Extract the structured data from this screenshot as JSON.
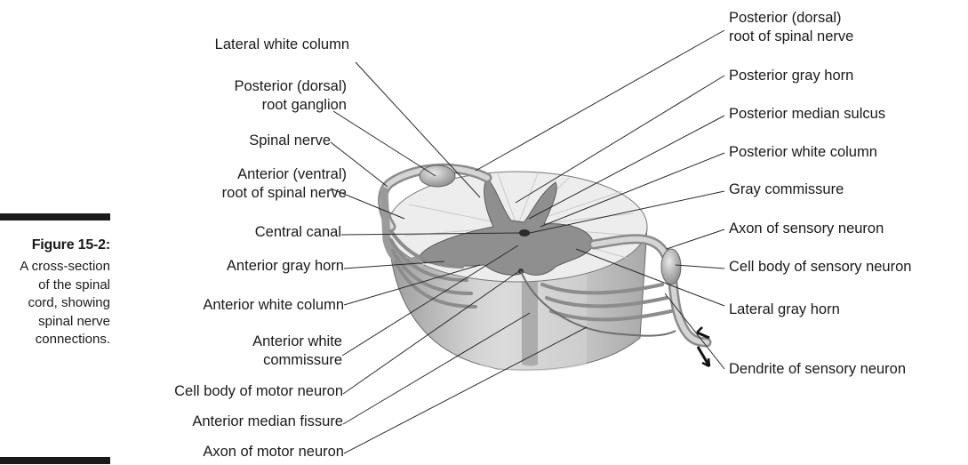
{
  "caption": {
    "label": "Figure 15-2:",
    "text": "A cross-section of the spinal cord, showing spinal nerve connections."
  },
  "left_labels": [
    {
      "key": "lateral_white_column",
      "lines": [
        "Lateral white column"
      ]
    },
    {
      "key": "dorsal_root_ganglion",
      "lines": [
        "Posterior (dorsal)",
        "root ganglion"
      ]
    },
    {
      "key": "spinal_nerve",
      "lines": [
        "Spinal nerve"
      ]
    },
    {
      "key": "ventral_root",
      "lines": [
        "Anterior (ventral)",
        "root of spinal nerve"
      ]
    },
    {
      "key": "central_canal",
      "lines": [
        "Central canal"
      ]
    },
    {
      "key": "anterior_gray_horn",
      "lines": [
        "Anterior gray horn"
      ]
    },
    {
      "key": "anterior_white_column",
      "lines": [
        "Anterior white column"
      ]
    },
    {
      "key": "anterior_white_commissure",
      "lines": [
        "Anterior white",
        "commissure"
      ]
    },
    {
      "key": "motor_cell_body",
      "lines": [
        "Cell body of motor neuron"
      ]
    },
    {
      "key": "anterior_median_fissure",
      "lines": [
        "Anterior median fissure"
      ]
    },
    {
      "key": "motor_axon",
      "lines": [
        "Axon of motor neuron"
      ]
    }
  ],
  "right_labels": [
    {
      "key": "dorsal_root",
      "lines": [
        "Posterior (dorsal)",
        "root of spinal nerve"
      ]
    },
    {
      "key": "posterior_gray_horn",
      "lines": [
        "Posterior gray horn"
      ]
    },
    {
      "key": "posterior_median_sulcus",
      "lines": [
        "Posterior median sulcus"
      ]
    },
    {
      "key": "posterior_white_column",
      "lines": [
        "Posterior white column"
      ]
    },
    {
      "key": "gray_commissure",
      "lines": [
        "Gray commissure"
      ]
    },
    {
      "key": "sensory_axon",
      "lines": [
        "Axon of sensory neuron"
      ]
    },
    {
      "key": "sensory_cell_body",
      "lines": [
        "Cell body of sensory neuron"
      ]
    },
    {
      "key": "lateral_gray_horn",
      "lines": [
        "Lateral gray horn"
      ]
    },
    {
      "key": "sensory_dendrite",
      "lines": [
        "Dendrite of sensory neuron"
      ]
    }
  ],
  "colors": {
    "text": "#1a1a1a",
    "white_matter": "#ececec",
    "white_matter_shade": "#b9b9b9",
    "gray_matter": "#8e8e8e",
    "nerve": "#a6a6a6",
    "leader": "#2a2a2a"
  }
}
